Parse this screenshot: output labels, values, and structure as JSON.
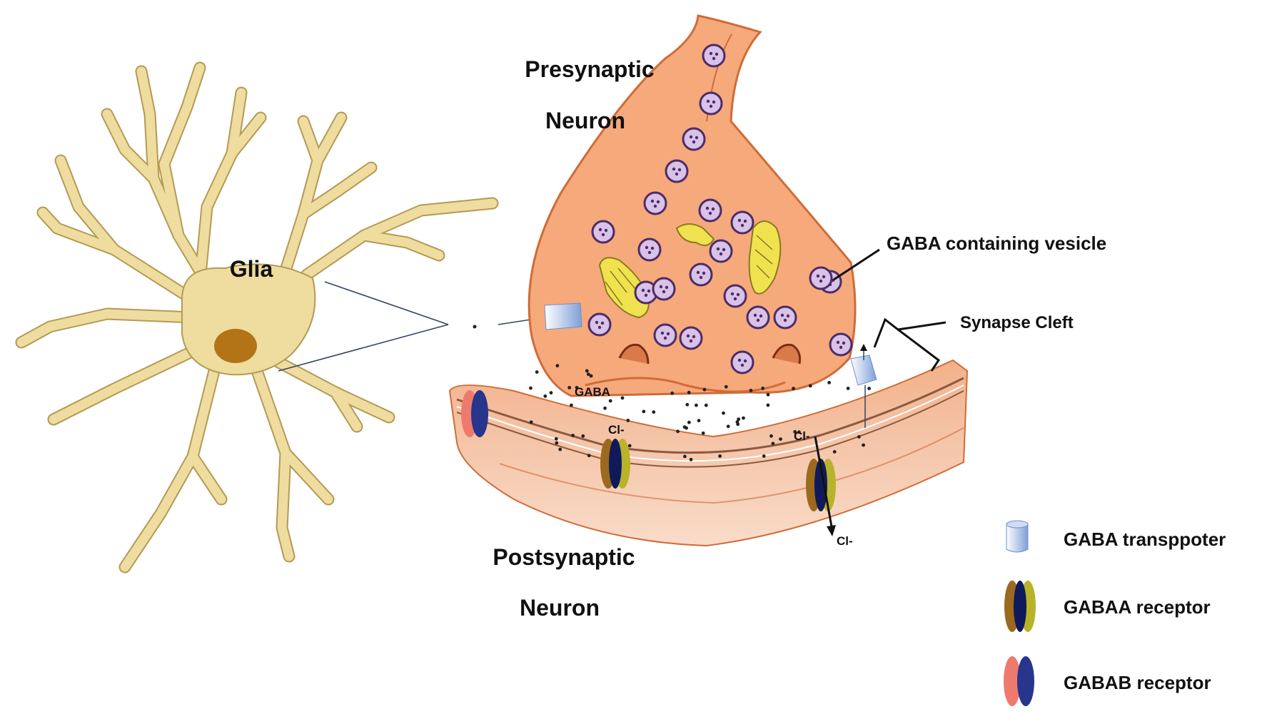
{
  "labels": {
    "presynaptic_line1": "Presynaptic",
    "presynaptic_line2": "Neuron",
    "glia": "Glia",
    "gaba_vesicle": "GABA containing vesicle",
    "synapse_cleft": "Synapse Cleft",
    "gaba": "GABA",
    "cl_left": "Cl-",
    "cl_right_top": "Cl-",
    "cl_right_bottom": "Cl-",
    "postsynaptic_line1": "Postsynaptic",
    "postsynaptic_line2": "Neuron"
  },
  "legend": [
    {
      "icon": "gaba-transporter-icon",
      "label": "GABA transppoter"
    },
    {
      "icon": "gabaa-receptor-icon",
      "label": "GABAA receptor"
    },
    {
      "icon": "gabab-receptor-icon",
      "label": "GABAB receptor"
    }
  ],
  "colors": {
    "glia_fill": "#efdc9f",
    "glia_stroke": "#b49a56",
    "glia_nucleus": "#b27416",
    "neuron_fill": "#f6a97b",
    "neuron_stroke": "#cf6c38",
    "vesicle_fill": "#d8c2e8",
    "vesicle_stroke": "#4d2c66",
    "mitochondria_fill": "#f0e24f",
    "transporter": "#8eaee0",
    "gabaa_brown": "#9b6a1e",
    "gabaa_navy": "#101a5a",
    "gabaa_olive": "#b8b32a",
    "gabab_red": "#ee7a6e",
    "gabab_blue": "#27358d"
  }
}
